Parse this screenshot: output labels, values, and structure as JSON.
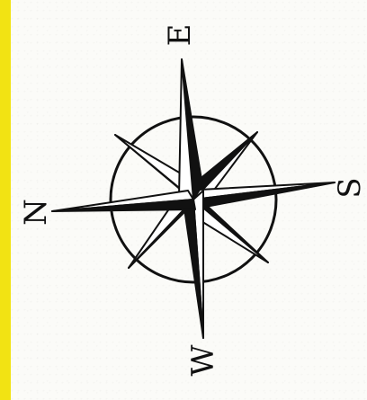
{
  "compass": {
    "labels": {
      "north": "N",
      "east": "E",
      "south": "S",
      "west": "W"
    },
    "colors": {
      "ink": "#111111",
      "paper": "#fbfbf8",
      "edge_strip": "#f2e313"
    }
  }
}
